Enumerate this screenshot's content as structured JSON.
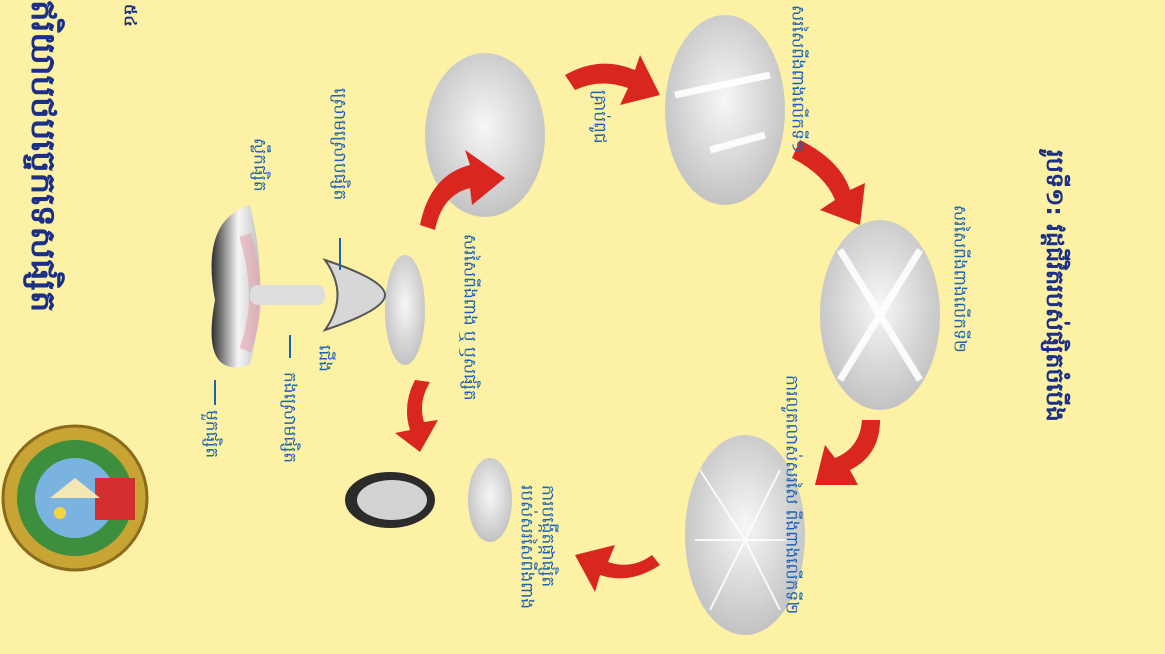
{
  "header": {
    "title": "ឥរិយាបថបច្ចេកទេសផ្សិត",
    "subtitle": "៥៤",
    "emblem_icon": "ministry-emblem-icon"
  },
  "mushroom_parts": {
    "cap": "មួកផ្សិត",
    "gills": "ស្លឹកផ្សិត",
    "stem_ring": "កងស្រោមផ្សិត",
    "stem": "ជើង",
    "sheath": "ស្រោមស្រោបផ្សិត"
  },
  "stages": {
    "spore_or_basidia": [
      "សរសៃពីងពាង",
      "ឬ ឫសផ្សិត"
    ],
    "spore": "គ្រាប់ពូជ",
    "primary_mycelium": "សរសៃពីងពាងលើកទី១",
    "secondary_mycelium": "សរសៃពីងពាងលើកទី២",
    "mycelium_growth": [
      "ការលូតលាស់សរសៃ",
      "ពីងពាងលើកទី២"
    ],
    "fruiting": [
      "ការបង្កើតផ្កាផ្សិត",
      "របស់សរសៃពីងពាង"
    ]
  },
  "caption": "រូបទី១: វដ្តជីវិតរបស់ផ្សិតចំបើង",
  "colors": {
    "background": "#FCF1A4",
    "label_text": "#1C63B5",
    "title_text": "#1B2F86",
    "arrow": "#D9261F"
  }
}
